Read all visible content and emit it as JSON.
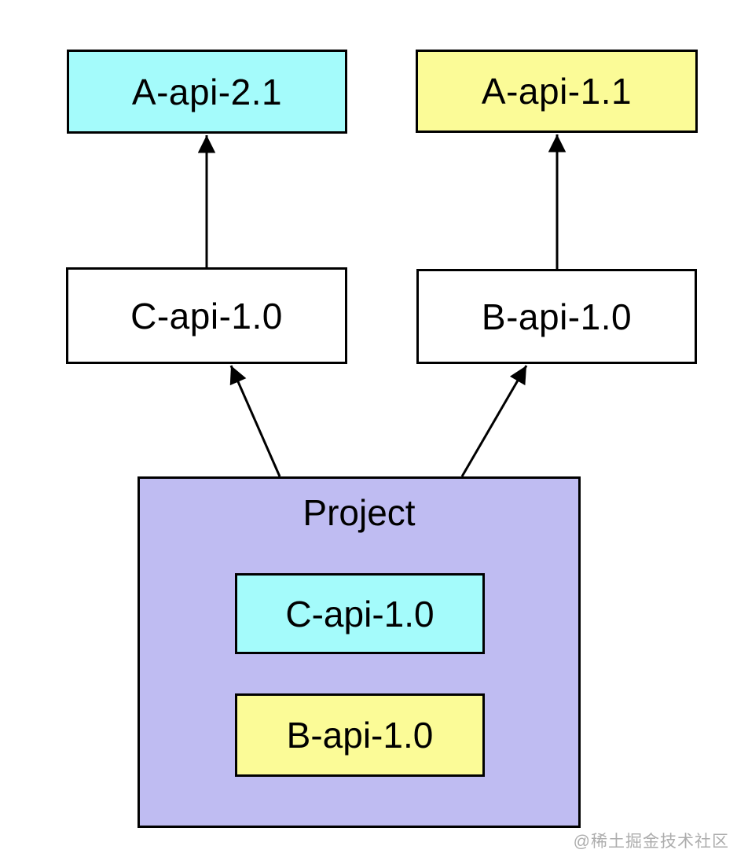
{
  "diagram": {
    "type": "dependency-graph",
    "nodes": {
      "top_left": {
        "label": "A-api-2.1",
        "fill": "#a4fbfb"
      },
      "top_right": {
        "label": "A-api-1.1",
        "fill": "#fbfb97"
      },
      "mid_left": {
        "label": "C-api-1.0",
        "fill": "#ffffff"
      },
      "mid_right": {
        "label": "B-api-1.0",
        "fill": "#ffffff"
      }
    },
    "project": {
      "label": "Project",
      "fill": "#bfbcf2",
      "deps": [
        {
          "label": "C-api-1.0",
          "fill": "#a4fbfb"
        },
        {
          "label": "B-api-1.0",
          "fill": "#fbfb97"
        }
      ]
    },
    "edges": [
      {
        "from": "C-api-1.0",
        "to": "A-api-2.1"
      },
      {
        "from": "B-api-1.0",
        "to": "A-api-1.1"
      },
      {
        "from": "Project",
        "to": "C-api-1.0"
      },
      {
        "from": "Project",
        "to": "B-api-1.0"
      }
    ],
    "colors": {
      "cyan": "#a4fbfb",
      "yellow": "#fbfb97",
      "purple": "#bfbcf2",
      "border": "#000000",
      "arrow": "#000000",
      "background": "#ffffff"
    }
  },
  "watermark": "@稀土掘金技术社区"
}
